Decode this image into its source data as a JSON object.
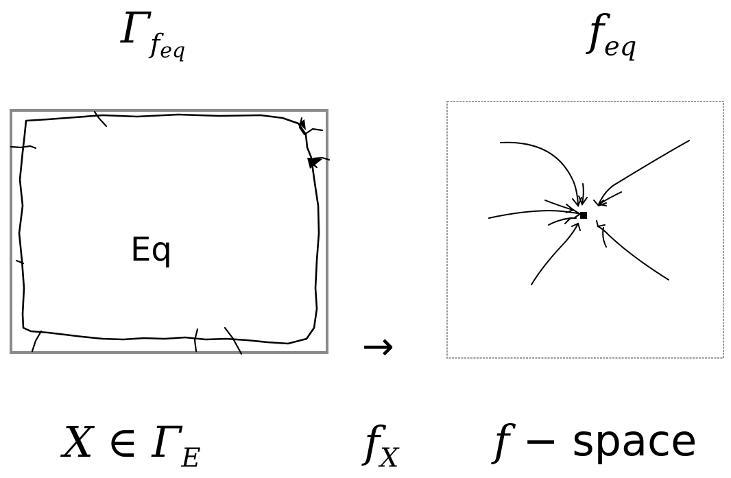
{
  "header": {
    "left_label": {
      "base": "Γ",
      "sub_base": "f",
      "sub_sub": "eq"
    },
    "right_label": {
      "base": "f",
      "sub": "eq"
    }
  },
  "left_panel": {
    "region_label": "Eq"
  },
  "arrow": {
    "glyph": "→"
  },
  "footer": {
    "left_label": {
      "base": "X",
      "op": "∈",
      "set": "Γ",
      "set_sub": "E"
    },
    "middle_label": {
      "base": "f",
      "sub": "X"
    },
    "right_label": {
      "base": "f",
      "op": "−",
      "word": "space"
    }
  }
}
